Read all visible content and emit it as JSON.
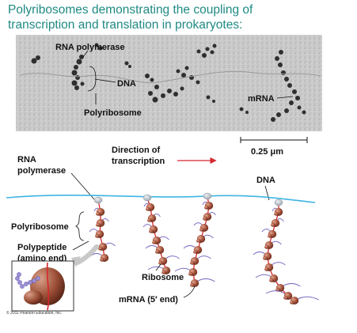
{
  "title": {
    "line1": "Polyribosomes demonstrating the coupling of",
    "line2": "transcription and translation in prokaryotes:"
  },
  "micrograph_labels": {
    "rna_polymerase": "RNA polymerase",
    "dna": "DNA",
    "polyribosome": "Polyribosome",
    "mrna": "mRNA"
  },
  "scale_bar": {
    "label": "0.25 μm"
  },
  "diagram_labels": {
    "direction_line1": "Direction of",
    "direction_line2": "transcription",
    "rna_polymerase_line1": "RNA",
    "rna_polymerase_line2": "polymerase",
    "dna": "DNA",
    "polyribosome": "Polyribosome",
    "polypeptide_line1": "Polypeptide",
    "polypeptide_line2": "(amino end)",
    "ribosome": "Ribosome",
    "mrna_5_end": "mRNA (5′ end)"
  },
  "copyright": "© 2011 Pearson Education, Inc.",
  "colors": {
    "title": "#1f8a83",
    "dna": "#3fb5e3",
    "mrna": "#d6262e",
    "ribosome": "#a7553e",
    "polypeptide": "#7d6fc4",
    "arrow": "#d6262e"
  }
}
